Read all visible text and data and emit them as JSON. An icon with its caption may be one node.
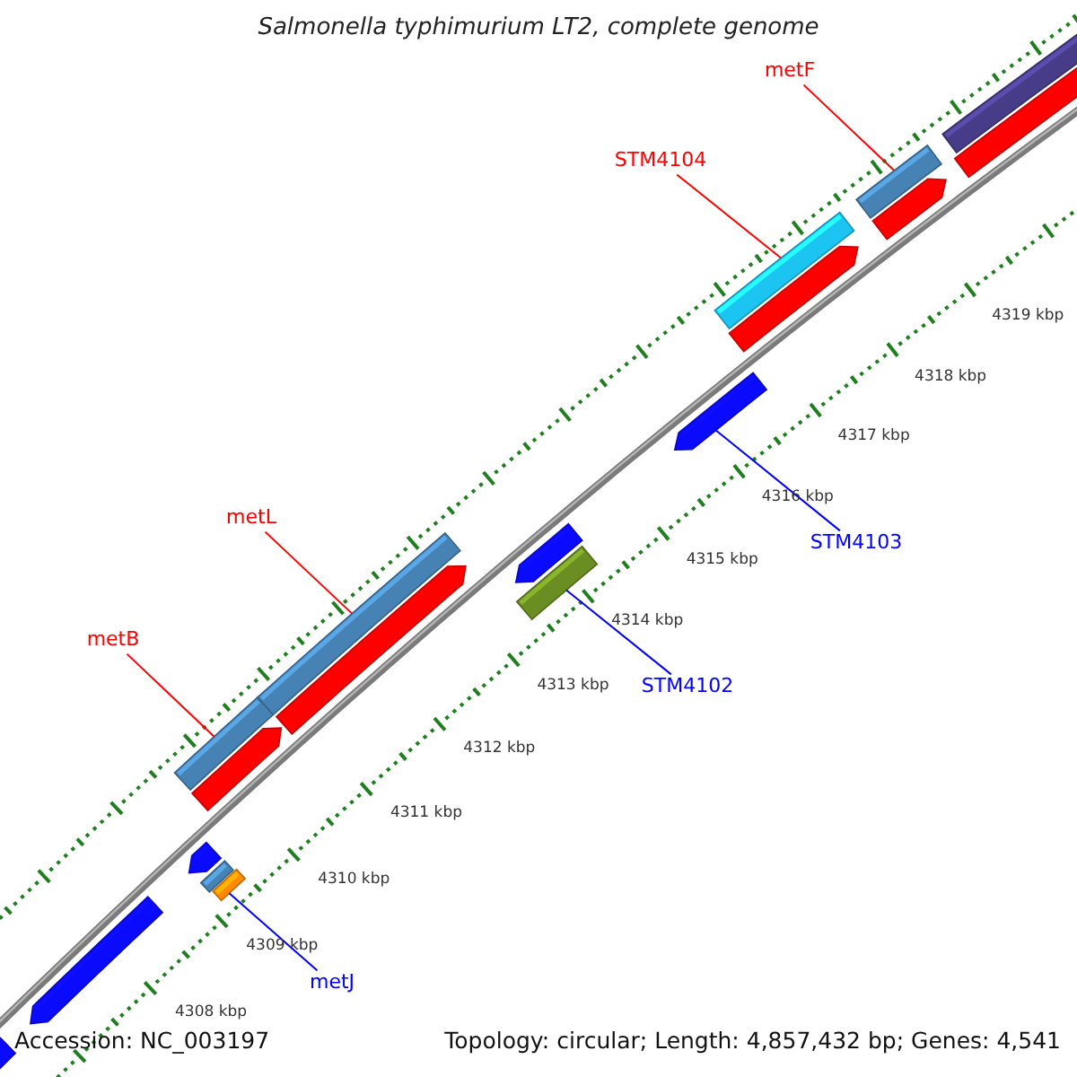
{
  "diagram": {
    "title": "Salmonella typhimurium LT2, complete genome",
    "nodes": [
      {
        "text": [
          "metF"
        ]
      },
      {
        "text": [
          "STM4104"
        ]
      },
      {
        "text": [
          "metL"
        ]
      },
      {
        "text": [
          "STM4103"
        ]
      },
      {
        "text": [
          "metB"
        ]
      },
      {
        "text": [
          "STM4102"
        ]
      },
      {
        "text": [
          "metJ"
        ]
      },
      {
        "text": [],
        "shape": "bar"
      },
      {
        "text": [],
        "shape": "bar"
      },
      {
        "text": [],
        "shape": "bar"
      },
      {
        "text": [],
        "shape": "bar"
      },
      {
        "text": [],
        "shape": "bar"
      },
      {
        "text": [],
        "shape": "bar"
      },
      {
        "text": [],
        "shape": "bar"
      }
    ],
    "edges": [
      {
        "from": 0,
        "to": 7,
        "arrow": "none"
      },
      {
        "from": 1,
        "to": 8,
        "arrow": "none"
      },
      {
        "from": 2,
        "to": 10,
        "arrow": "none"
      },
      {
        "from": 3,
        "to": 9,
        "arrow": "none",
        "color": "#0000ff"
      },
      {
        "from": 4,
        "to": 12,
        "arrow": "none"
      },
      {
        "from": 5,
        "to": 11,
        "arrow": "none",
        "color": "#0000ff"
      },
      {
        "from": 6,
        "to": 13,
        "arrow": "none",
        "color": "#0000ff"
      }
    ],
    "labels": [
      "4319 kbp",
      "4318 kbp",
      "4317 kbp",
      "4316 kbp",
      "4315 kbp",
      "4314 kbp",
      "4313 kbp",
      "4312 kbp",
      "4311 kbp",
      "4310 kbp",
      "4309 kbp",
      "4308 kbp",
      "Accession: NC_003197",
      "Topology: circular; Length: 4,857,432 bp; Genes: 4,541"
    ]
  }
}
